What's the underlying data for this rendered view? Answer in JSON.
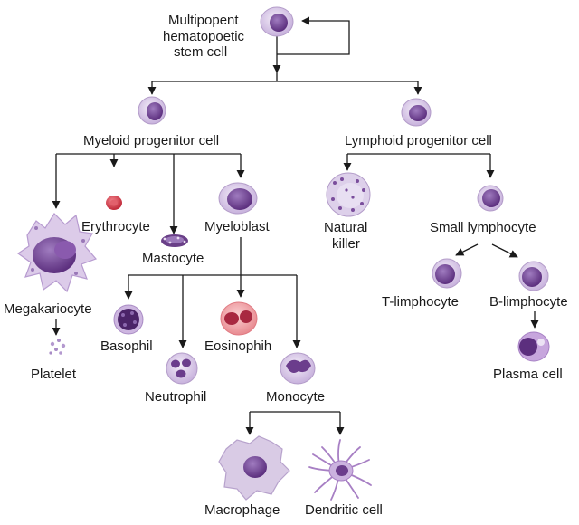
{
  "diagram": {
    "colors": {
      "line": "#1a1a1a",
      "cell_membrane": "#c9b5df",
      "cell_membrane_light": "#e6dcef",
      "nucleus": "#7e4f9e",
      "nucleus_dark": "#5c2f7e",
      "erythrocyte": "#d94250",
      "eosinophil_cytoplasm": "#f3a9ad",
      "eosinophil_nucleus": "#b8324a"
    },
    "labels": {
      "stem_line1": "Multipopent",
      "stem_line2": "hematopoetic",
      "stem_line3": "stem cell",
      "myeloid": "Myeloid progenitor cell",
      "lymphoid": "Lymphoid progenitor cell",
      "megakaryocyte": "Megakariocyte",
      "platelet": "Platelet",
      "erythrocyte": "Erythrocyte",
      "mastocyte": "Mastocyte",
      "myeloblast": "Myeloblast",
      "basophil": "Basophil",
      "neutrophil": "Neutrophil",
      "eosinophil": "Eosinophih",
      "monocyte": "Monocyte",
      "macrophage": "Macrophage",
      "dendritic": "Dendritic cell",
      "nk_line1": "Natural",
      "nk_line2": "killer",
      "small_lymphocyte": "Small lymphocyte",
      "t_lymphocyte": "T-limphocyte",
      "b_lymphocyte": "B-limphocyte",
      "plasma": "Plasma cell"
    },
    "icons": [
      "stem-cell-icon",
      "myeloid-cell-icon",
      "lymphoid-cell-icon",
      "megakaryocyte-icon",
      "platelet-icon",
      "erythrocyte-icon",
      "mastocyte-icon",
      "myeloblast-icon",
      "basophil-icon",
      "neutrophil-icon",
      "eosinophil-icon",
      "monocyte-icon",
      "macrophage-icon",
      "dendritic-cell-icon",
      "natural-killer-icon",
      "small-lymphocyte-icon",
      "t-lymphocyte-icon",
      "b-lymphocyte-icon",
      "plasma-cell-icon"
    ]
  }
}
